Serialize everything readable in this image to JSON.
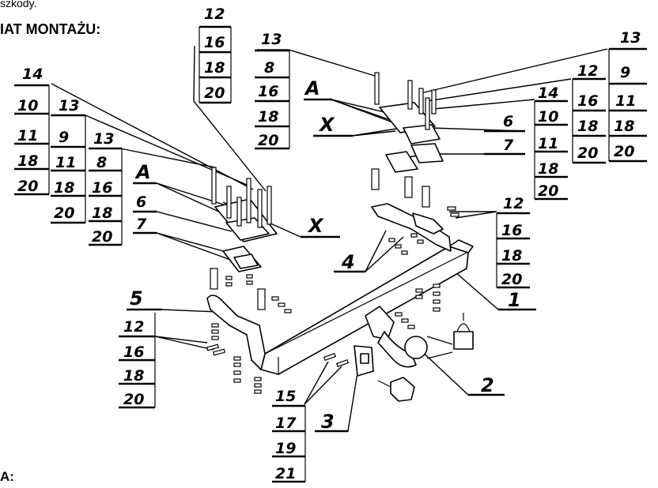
{
  "header": {
    "top_text": "szkody.",
    "title": "IAT MONTAŻU:",
    "bottom_text": "A:"
  },
  "diagram": {
    "bolt_groups": [
      {
        "id": "g14",
        "labels": [
          "14",
          "10",
          "11",
          "18",
          "20"
        ]
      },
      {
        "id": "g13a",
        "labels": [
          "13",
          "9",
          "11",
          "18",
          "20"
        ]
      },
      {
        "id": "g13b",
        "labels": [
          "13",
          "8",
          "16",
          "18",
          "20"
        ]
      },
      {
        "id": "g12top",
        "labels": [
          "12",
          "16",
          "18",
          "20"
        ]
      },
      {
        "id": "g13c",
        "labels": [
          "13",
          "8",
          "16",
          "18",
          "20"
        ]
      },
      {
        "id": "g13r",
        "labels": [
          "13",
          "9",
          "11",
          "18",
          "20"
        ]
      },
      {
        "id": "g12r",
        "labels": [
          "12",
          "16",
          "18",
          "20"
        ]
      },
      {
        "id": "g14r",
        "labels": [
          "14",
          "10",
          "11",
          "18",
          "20"
        ]
      },
      {
        "id": "g12mid",
        "labels": [
          "12",
          "16",
          "18",
          "20"
        ]
      },
      {
        "id": "g12left",
        "labels": [
          "12",
          "16",
          "18",
          "20"
        ]
      },
      {
        "id": "g15",
        "labels": [
          "15",
          "17",
          "19",
          "21"
        ]
      }
    ],
    "part_labels": {
      "A_left": "A",
      "X_left": "X",
      "six_left": "6",
      "seven_left": "7",
      "A_right": "A",
      "X_right": "X",
      "six_right": "6",
      "seven_right": "7",
      "four": "4",
      "five": "5",
      "one": "1",
      "two": "2",
      "three": "3"
    }
  }
}
